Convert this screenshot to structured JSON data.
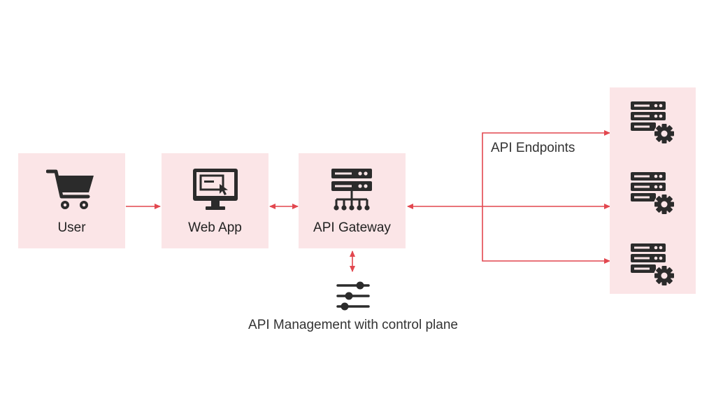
{
  "colors": {
    "box_bg": "#fbe5e7",
    "arrow": "#e2474f",
    "icon": "#2b2b2b"
  },
  "nodes": {
    "user": {
      "label": "User",
      "icon": "shopping-cart-icon"
    },
    "webapp": {
      "label": "Web App",
      "icon": "monitor-browser-icon"
    },
    "gateway": {
      "label": "API Gateway",
      "icon": "server-network-icon"
    }
  },
  "endpoints": {
    "label": "API Endpoints",
    "items": [
      {
        "icon": "server-gear-icon"
      },
      {
        "icon": "server-gear-icon"
      },
      {
        "icon": "server-gear-icon"
      }
    ]
  },
  "management": {
    "label": "API Management with control plane",
    "icon": "sliders-icon"
  }
}
